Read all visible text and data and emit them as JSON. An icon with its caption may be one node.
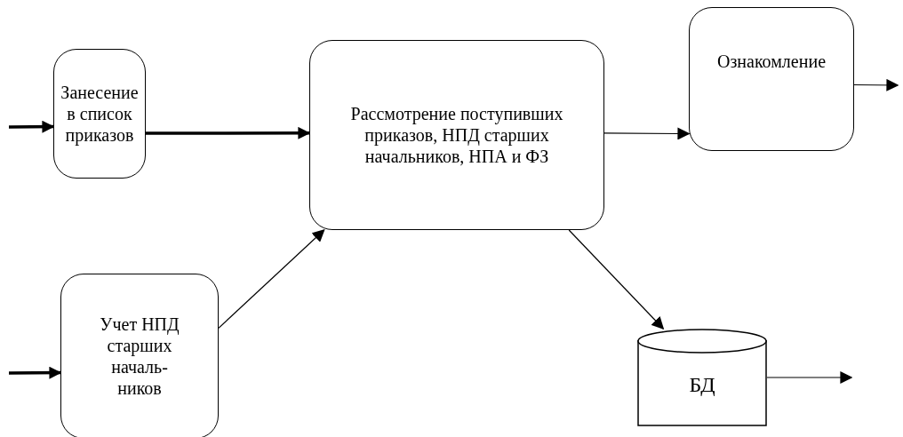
{
  "diagram": {
    "nodes": [
      {
        "text": [
          "Занесение в список приказов"
        ]
      },
      {
        "text": [
          "Рассмотрение поступивших приказов, НПД старших начальников, НПА и ФЗ"
        ]
      },
      {
        "text": [
          "Ознакомление"
        ]
      },
      {
        "text": [
          "Учет НПД старших началь- ников"
        ]
      },
      {
        "text": [
          "БД"
        ]
      }
    ],
    "edges": [
      {
        "from": null,
        "to": 0,
        "arrow": "to",
        "style": "thick"
      },
      {
        "from": 0,
        "to": 1,
        "arrow": "to",
        "style": "thick"
      },
      {
        "from": 3,
        "to": 1,
        "arrow": "to"
      },
      {
        "from": 1,
        "to": 2,
        "arrow": "to"
      },
      {
        "from": 2,
        "to": null,
        "arrow": "to"
      },
      {
        "from": 1,
        "to": 4,
        "arrow": "to"
      },
      {
        "from": 4,
        "to": null,
        "arrow": "to"
      },
      {
        "from": null,
        "to": 3,
        "arrow": "to",
        "style": "thick"
      }
    ]
  }
}
